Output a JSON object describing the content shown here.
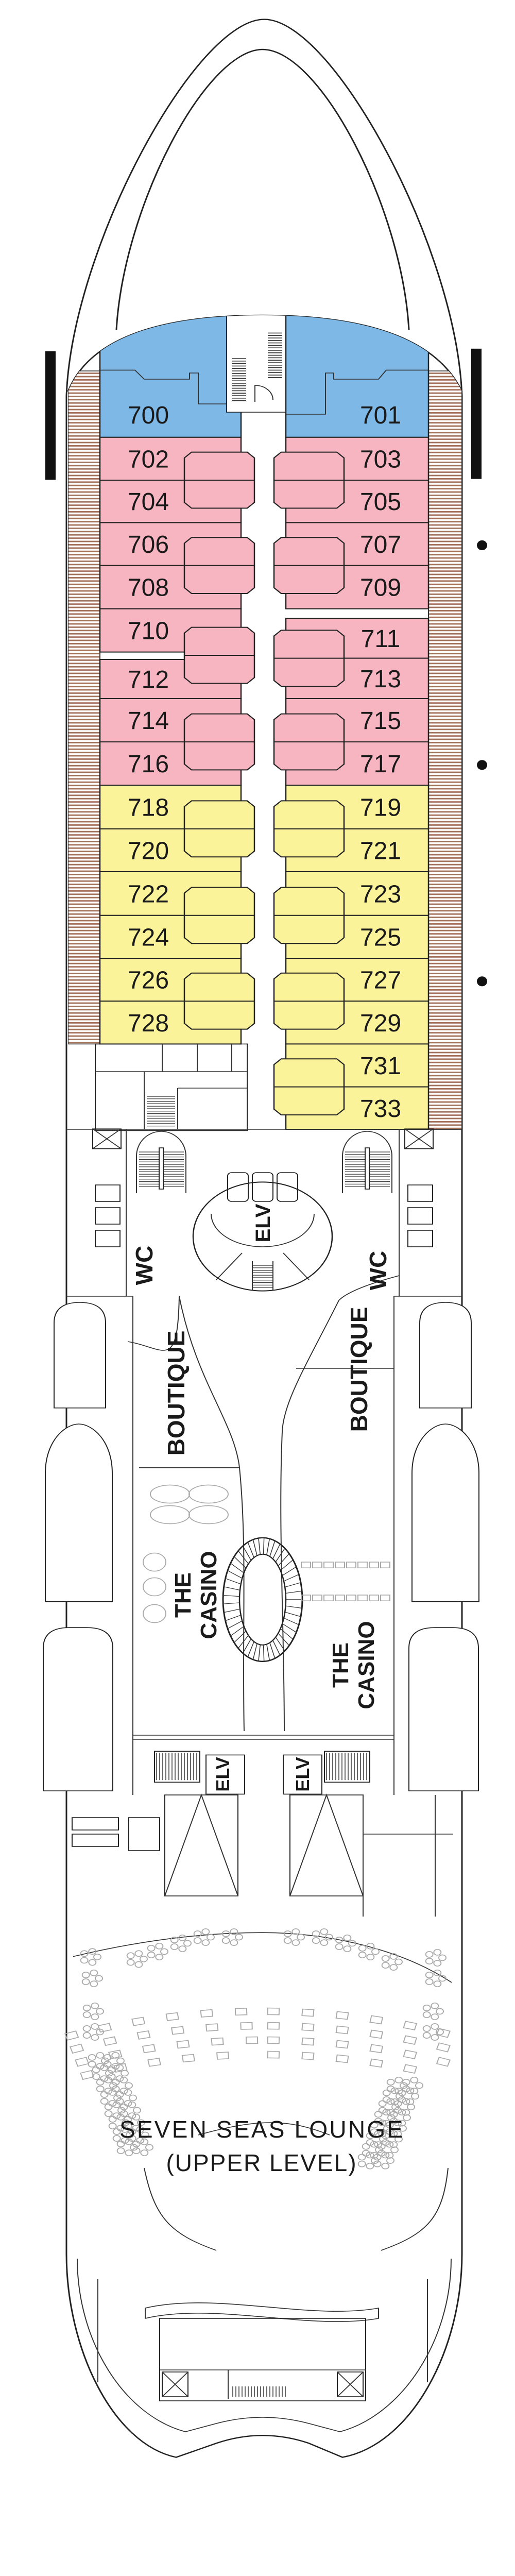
{
  "colors": {
    "suite_blue": "#7DB8E6",
    "category_pink": "#F6B5C0",
    "category_yellow": "#FAF39A",
    "balcony_stripe": "#A3705A",
    "line": "#222222"
  },
  "cabins": [
    {
      "number": "700",
      "category": "suite_blue"
    },
    {
      "number": "701",
      "category": "suite_blue"
    },
    {
      "number": "702",
      "category": "category_pink"
    },
    {
      "number": "703",
      "category": "category_pink"
    },
    {
      "number": "704",
      "category": "category_pink"
    },
    {
      "number": "705",
      "category": "category_pink"
    },
    {
      "number": "706",
      "category": "category_pink"
    },
    {
      "number": "707",
      "category": "category_pink"
    },
    {
      "number": "708",
      "category": "category_pink"
    },
    {
      "number": "709",
      "category": "category_pink"
    },
    {
      "number": "710",
      "category": "category_pink"
    },
    {
      "number": "711",
      "category": "category_pink"
    },
    {
      "number": "712",
      "category": "category_pink"
    },
    {
      "number": "713",
      "category": "category_pink"
    },
    {
      "number": "714",
      "category": "category_pink"
    },
    {
      "number": "715",
      "category": "category_pink"
    },
    {
      "number": "716",
      "category": "category_pink"
    },
    {
      "number": "717",
      "category": "category_pink"
    },
    {
      "number": "718",
      "category": "category_yellow"
    },
    {
      "number": "719",
      "category": "category_yellow"
    },
    {
      "number": "720",
      "category": "category_yellow"
    },
    {
      "number": "721",
      "category": "category_yellow"
    },
    {
      "number": "722",
      "category": "category_yellow"
    },
    {
      "number": "723",
      "category": "category_yellow"
    },
    {
      "number": "724",
      "category": "category_yellow"
    },
    {
      "number": "725",
      "category": "category_yellow"
    },
    {
      "number": "726",
      "category": "category_yellow"
    },
    {
      "number": "727",
      "category": "category_yellow"
    },
    {
      "number": "728",
      "category": "category_yellow"
    },
    {
      "number": "729",
      "category": "category_yellow"
    },
    {
      "number": "731",
      "category": "category_yellow"
    },
    {
      "number": "733",
      "category": "category_yellow"
    }
  ],
  "venues": {
    "wc_left": "WC",
    "wc_right": "WC",
    "boutique_left": "BOUTIQUE",
    "boutique_right": "BOUTIQUE",
    "casino_left": {
      "line1": "THE",
      "line2": "CASINO"
    },
    "casino_right": {
      "line1": "THE",
      "line2": "CASINO"
    },
    "elevator_forward": "ELV",
    "elevator_aft_left": "ELV",
    "elevator_aft_right": "ELV",
    "lounge": {
      "line1": "SEVEN SEAS LOUNGE",
      "line2": "(UPPER LEVEL)"
    }
  }
}
